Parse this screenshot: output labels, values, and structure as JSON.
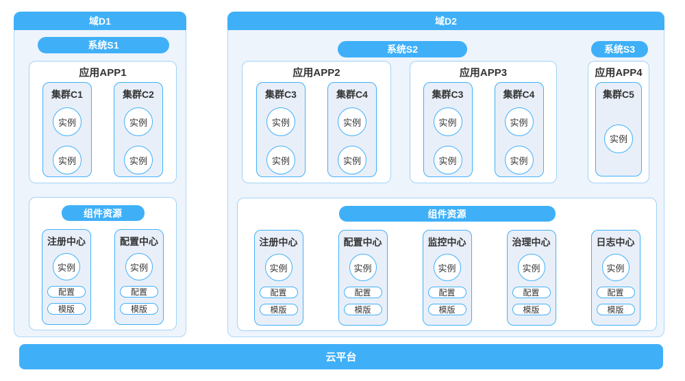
{
  "colors": {
    "accent": "#3FB0F8",
    "domain_bg": "#EEF4FC",
    "domain_border": "#A9D6F8",
    "panel_bg": "#E9EFF9",
    "text_dark": "#333333",
    "text_light": "#FFFFFF"
  },
  "d1": {
    "title": "域D1",
    "system": "系统S1",
    "app": {
      "title": "应用APP1",
      "clusters": [
        {
          "title": "集群C1",
          "instances": [
            "实例",
            "实例"
          ]
        },
        {
          "title": "集群C2",
          "instances": [
            "实例",
            "实例"
          ]
        }
      ]
    },
    "components": {
      "title": "组件资源",
      "centers": [
        {
          "title": "注册中心",
          "instance": "实例",
          "config": "配置",
          "template": "模版"
        },
        {
          "title": "配置中心",
          "instance": "实例",
          "config": "配置",
          "template": "模版"
        }
      ]
    }
  },
  "d2": {
    "title": "域D2",
    "systems": [
      "系统S2",
      "系统S3"
    ],
    "apps": [
      {
        "title": "应用APP2",
        "clusters": [
          {
            "title": "集群C3",
            "instances": [
              "实例",
              "实例"
            ]
          },
          {
            "title": "集群C4",
            "instances": [
              "实例",
              "实例"
            ]
          }
        ]
      },
      {
        "title": "应用APP3",
        "clusters": [
          {
            "title": "集群C3",
            "instances": [
              "实例",
              "实例"
            ]
          },
          {
            "title": "集群C4",
            "instances": [
              "实例",
              "实例"
            ]
          }
        ]
      },
      {
        "title": "应用APP4",
        "clusters": [
          {
            "title": "集群C5",
            "instances": [
              "实例"
            ]
          }
        ]
      }
    ],
    "components": {
      "title": "组件资源",
      "centers": [
        {
          "title": "注册中心",
          "instance": "实例",
          "config": "配置",
          "template": "模版"
        },
        {
          "title": "配置中心",
          "instance": "实例",
          "config": "配置",
          "template": "模版"
        },
        {
          "title": "监控中心",
          "instance": "实例",
          "config": "配置",
          "template": "模版"
        },
        {
          "title": "治理中心",
          "instance": "实例",
          "config": "配置",
          "template": "模版"
        },
        {
          "title": "日志中心",
          "instance": "实例",
          "config": "配置",
          "template": "模版"
        }
      ]
    }
  },
  "platform": {
    "label": "云平台"
  }
}
